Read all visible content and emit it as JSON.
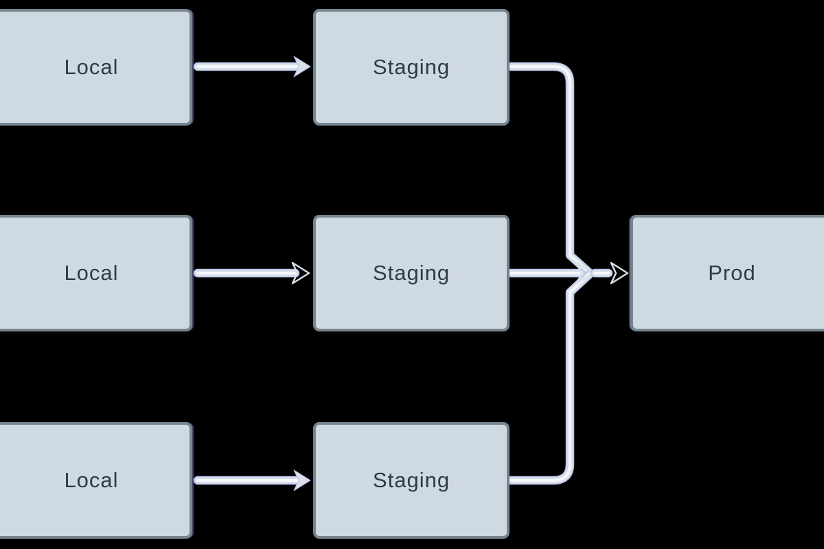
{
  "diagram": {
    "colors": {
      "bg": "#000000",
      "node-fill": "#cfd9e1",
      "node-border": "#76858f",
      "node-accent": "#3e445f",
      "text": "#2e3b48",
      "edge-glow": "#b7c1ee",
      "edge-body": "#d9e0e7",
      "edge-core": "#f5f8fb"
    },
    "nodes": [
      {
        "id": "local-1",
        "label": "Local"
      },
      {
        "id": "staging-1",
        "label": "Staging"
      },
      {
        "id": "local-2",
        "label": "Local"
      },
      {
        "id": "staging-2",
        "label": "Staging"
      },
      {
        "id": "local-3",
        "label": "Local"
      },
      {
        "id": "staging-3",
        "label": "Staging"
      },
      {
        "id": "prod",
        "label": "Prod"
      }
    ],
    "edges": [
      {
        "from": "local-1",
        "to": "staging-1"
      },
      {
        "from": "local-2",
        "to": "staging-2"
      },
      {
        "from": "local-3",
        "to": "staging-3"
      },
      {
        "from": "staging-1",
        "to": "prod"
      },
      {
        "from": "staging-2",
        "to": "prod"
      },
      {
        "from": "staging-3",
        "to": "prod"
      }
    ]
  }
}
